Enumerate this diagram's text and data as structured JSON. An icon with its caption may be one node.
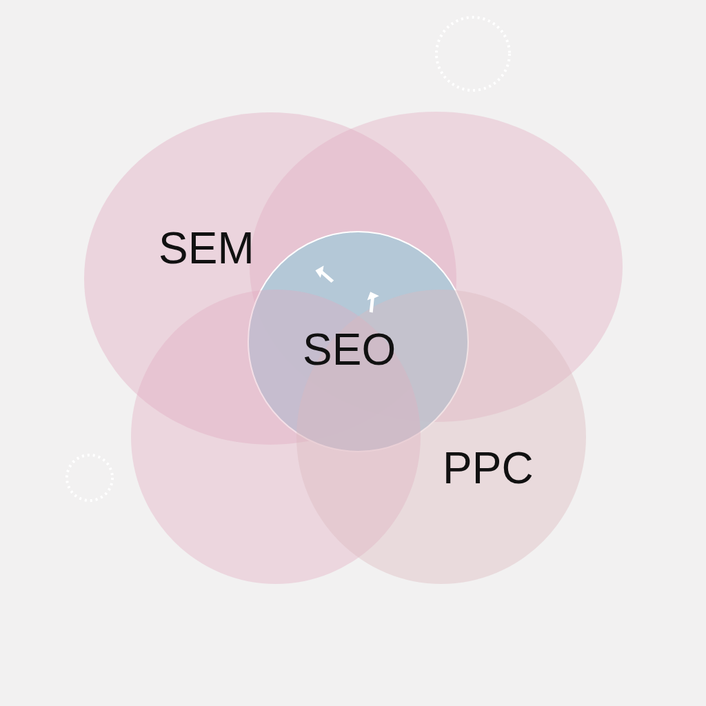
{
  "diagram": {
    "nodes": [
      {
        "text": [
          "SEM"
        ]
      },
      {
        "text": [],
        "shape": "circle"
      },
      {
        "text": [
          "SEO"
        ]
      },
      {
        "text": [],
        "shape": "circle"
      },
      {
        "text": [
          "PPC"
        ]
      }
    ]
  }
}
